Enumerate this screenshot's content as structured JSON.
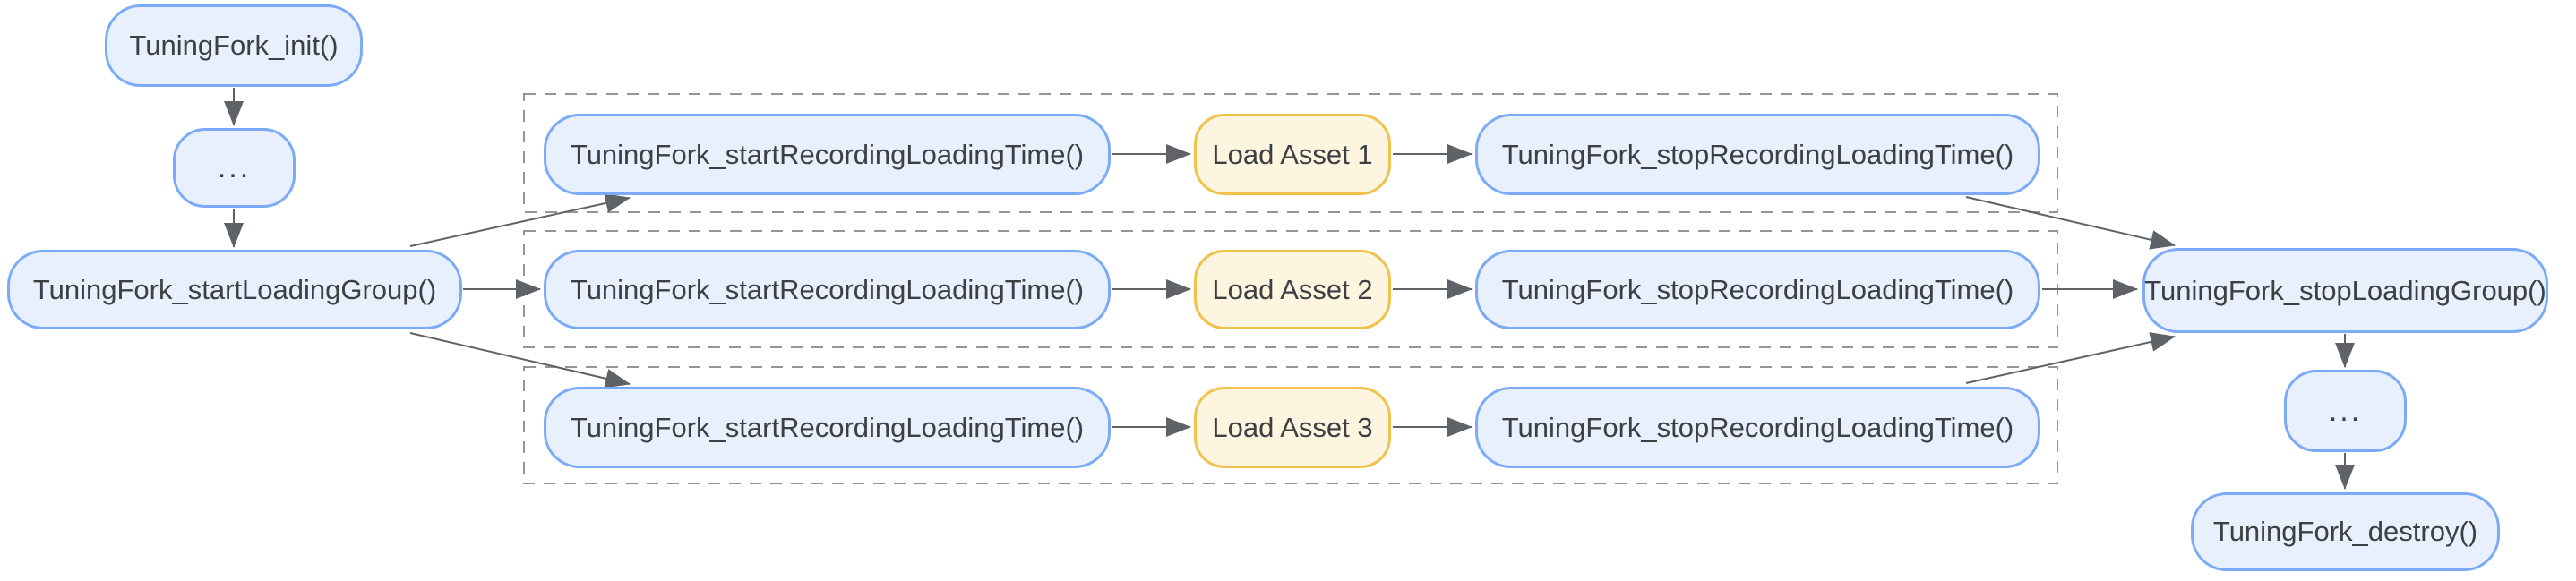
{
  "diagram": {
    "title_hint": "TuningFork loading-time recording flow",
    "init": "TuningFork_init()",
    "pre_ellipsis": "...",
    "start_loading_group": "TuningFork_startLoadingGroup()",
    "rows": [
      {
        "start_recording": "TuningFork_startRecordingLoadingTime()",
        "load_asset": "Load Asset 1",
        "stop_recording": "TuningFork_stopRecordingLoadingTime()"
      },
      {
        "start_recording": "TuningFork_startRecordingLoadingTime()",
        "load_asset": "Load Asset 2",
        "stop_recording": "TuningFork_stopRecordingLoadingTime()"
      },
      {
        "start_recording": "TuningFork_startRecordingLoadingTime()",
        "load_asset": "Load Asset 3",
        "stop_recording": "TuningFork_stopRecordingLoadingTime()"
      }
    ],
    "stop_loading_group": "TuningFork_stopLoadingGroup()",
    "post_ellipsis": "...",
    "destroy": "TuningFork_destroy()",
    "colors": {
      "api_node_fill": "#e8f0fe",
      "api_node_border": "#7baaf7",
      "asset_node_fill": "#fdf5df",
      "asset_node_border": "#f0c24b",
      "arrow": "#5f6368",
      "group_outline": "#939598",
      "text": "#3c4043",
      "background": "#ffffff"
    }
  }
}
